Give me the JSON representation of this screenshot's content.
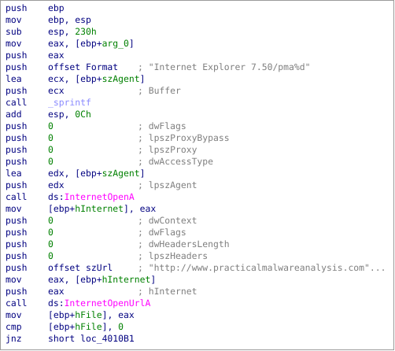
{
  "colors": {
    "default_text": "#000080",
    "comment": "#7f7f7f",
    "number": "#008000",
    "import_name": "#ff00ff",
    "label_ref": "#8a8aff",
    "frame_var": "#008000",
    "border": "#9a9a9a"
  },
  "lines": [
    {
      "mn": "push",
      "op": [
        {
          "t": "ebp"
        }
      ],
      "cm": ""
    },
    {
      "mn": "mov",
      "op": [
        {
          "t": "ebp, esp"
        }
      ],
      "cm": ""
    },
    {
      "mn": "sub",
      "op": [
        {
          "t": "esp, "
        },
        {
          "t": "230h",
          "c": "num"
        }
      ],
      "cm": ""
    },
    {
      "mn": "mov",
      "op": [
        {
          "t": "eax, [ebp+"
        },
        {
          "t": "arg_0",
          "c": "var"
        },
        {
          "t": "]"
        }
      ],
      "cm": ""
    },
    {
      "mn": "push",
      "op": [
        {
          "t": "eax"
        }
      ],
      "cm": ""
    },
    {
      "mn": "push",
      "op": [
        {
          "t": "offset Format"
        }
      ],
      "cm": "; \"Internet Explorer 7.50/pma%d\"",
      "cmx": 174
    },
    {
      "mn": "lea",
      "op": [
        {
          "t": "ecx, [ebp+"
        },
        {
          "t": "szAgent",
          "c": "var"
        },
        {
          "t": "]"
        }
      ],
      "cm": ""
    },
    {
      "mn": "push",
      "op": [
        {
          "t": "ecx"
        }
      ],
      "cm": "; Buffer"
    },
    {
      "mn": "call",
      "op": [
        {
          "t": "_sprintf",
          "c": "lbl"
        }
      ],
      "cm": ""
    },
    {
      "mn": "add",
      "op": [
        {
          "t": "esp, "
        },
        {
          "t": "0Ch",
          "c": "num"
        }
      ],
      "cm": ""
    },
    {
      "mn": "push",
      "op": [
        {
          "t": "0",
          "c": "num"
        }
      ],
      "cm": "; dwFlags"
    },
    {
      "mn": "push",
      "op": [
        {
          "t": "0",
          "c": "num"
        }
      ],
      "cm": "; lpszProxyBypass"
    },
    {
      "mn": "push",
      "op": [
        {
          "t": "0",
          "c": "num"
        }
      ],
      "cm": "; lpszProxy"
    },
    {
      "mn": "push",
      "op": [
        {
          "t": "0",
          "c": "num"
        }
      ],
      "cm": "; dwAccessType"
    },
    {
      "mn": "lea",
      "op": [
        {
          "t": "edx, [ebp+"
        },
        {
          "t": "szAgent",
          "c": "var"
        },
        {
          "t": "]"
        }
      ],
      "cm": ""
    },
    {
      "mn": "push",
      "op": [
        {
          "t": "edx"
        }
      ],
      "cm": "; lpszAgent"
    },
    {
      "mn": "call",
      "op": [
        {
          "t": "ds:"
        },
        {
          "t": "InternetOpenA",
          "c": "imp"
        }
      ],
      "cm": ""
    },
    {
      "mn": "mov",
      "op": [
        {
          "t": "[ebp+"
        },
        {
          "t": "hInternet",
          "c": "var"
        },
        {
          "t": "], eax"
        }
      ],
      "cm": ""
    },
    {
      "mn": "push",
      "op": [
        {
          "t": "0",
          "c": "num"
        }
      ],
      "cm": "; dwContext"
    },
    {
      "mn": "push",
      "op": [
        {
          "t": "0",
          "c": "num"
        }
      ],
      "cm": "; dwFlags"
    },
    {
      "mn": "push",
      "op": [
        {
          "t": "0",
          "c": "num"
        }
      ],
      "cm": "; dwHeadersLength"
    },
    {
      "mn": "push",
      "op": [
        {
          "t": "0",
          "c": "num"
        }
      ],
      "cm": "; lpszHeaders"
    },
    {
      "mn": "push",
      "op": [
        {
          "t": "offset szUrl"
        }
      ],
      "cm": "; \"http://www.practicalmalwareanalysis.com\"..."
    },
    {
      "mn": "mov",
      "op": [
        {
          "t": "eax, [ebp+"
        },
        {
          "t": "hInternet",
          "c": "var"
        },
        {
          "t": "]"
        }
      ],
      "cm": ""
    },
    {
      "mn": "push",
      "op": [
        {
          "t": "eax"
        }
      ],
      "cm": "; hInternet"
    },
    {
      "mn": "call",
      "op": [
        {
          "t": "ds:"
        },
        {
          "t": "InternetOpenUrlA",
          "c": "imp"
        }
      ],
      "cm": ""
    },
    {
      "mn": "mov",
      "op": [
        {
          "t": "[ebp+"
        },
        {
          "t": "hFile",
          "c": "var"
        },
        {
          "t": "], eax"
        }
      ],
      "cm": ""
    },
    {
      "mn": "cmp",
      "op": [
        {
          "t": "[ebp+"
        },
        {
          "t": "hFile",
          "c": "var"
        },
        {
          "t": "], "
        },
        {
          "t": "0",
          "c": "num"
        }
      ],
      "cm": ""
    },
    {
      "mn": "jnz",
      "op": [
        {
          "t": "short loc_4010B1"
        }
      ],
      "cm": ""
    }
  ]
}
